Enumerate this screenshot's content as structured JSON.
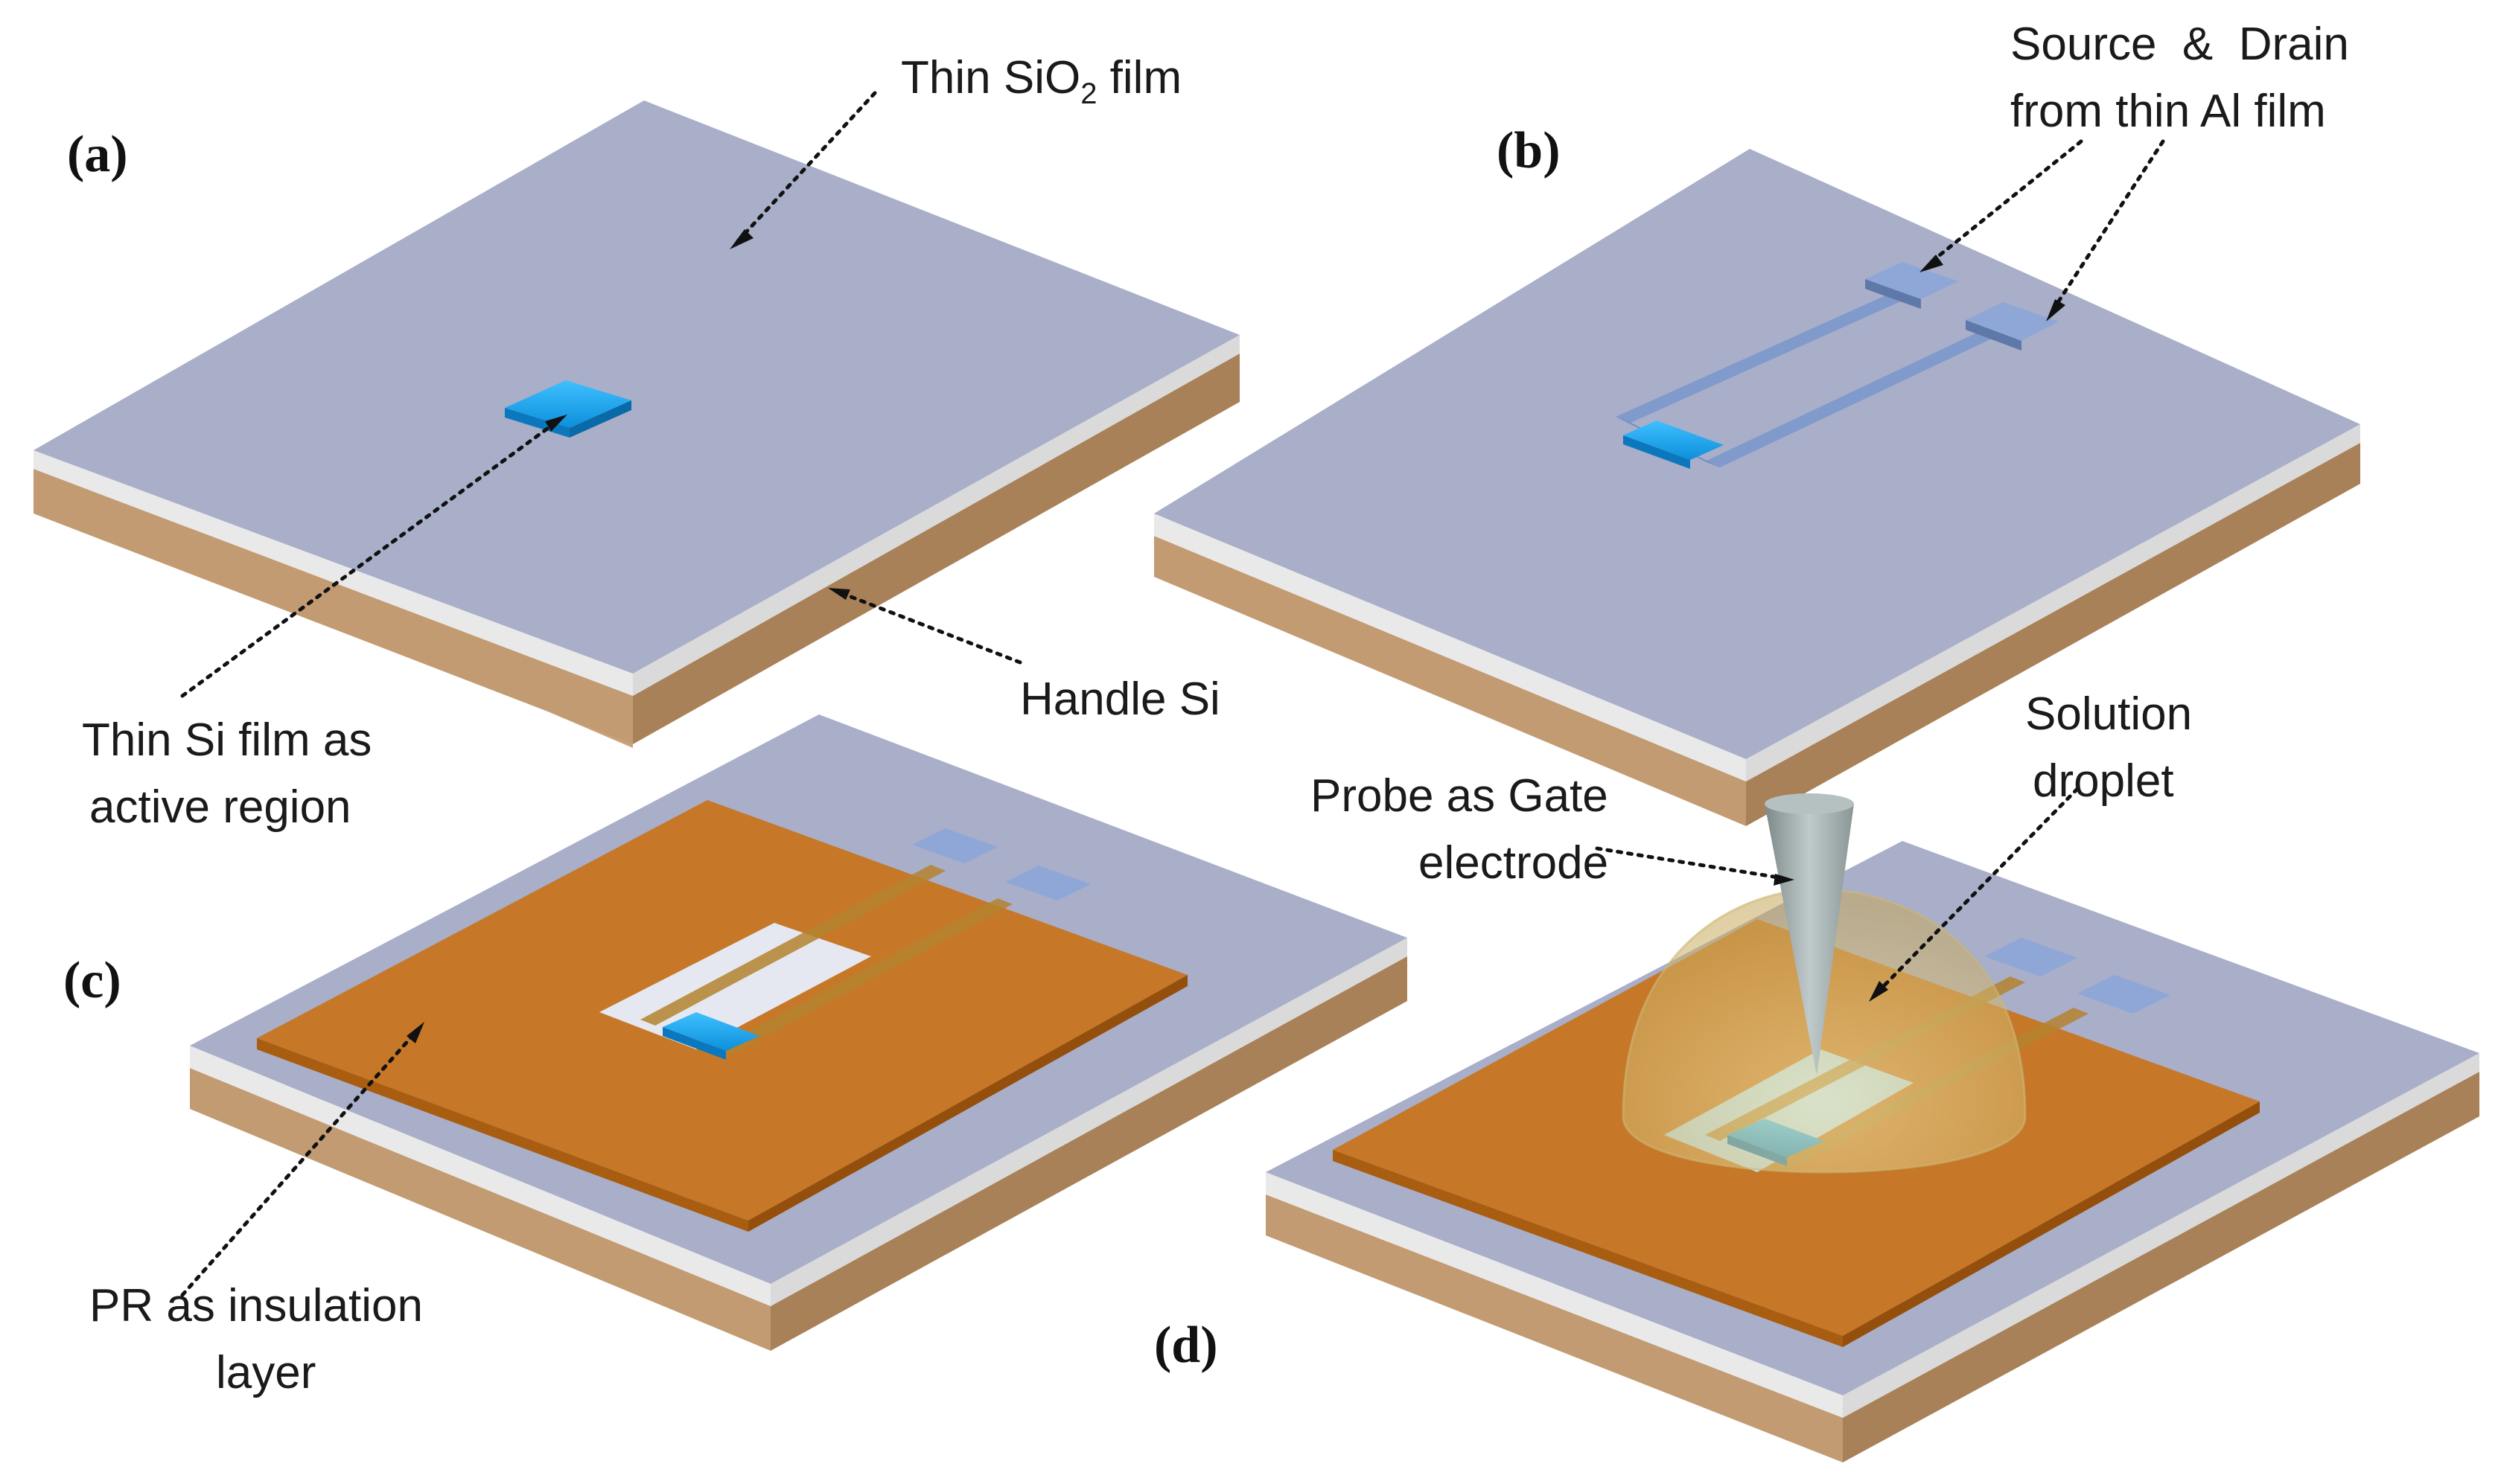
{
  "panels": {
    "a": "(a)",
    "b": "(b)",
    "c": "(c)",
    "d": "(d)"
  },
  "labels": {
    "sio2_prefix": "Thin SiO",
    "sio2_sub": "2",
    "sio2_suffix": " film",
    "source_drain_line1": "Source  &  Drain",
    "source_drain_line2": "from thin Al film",
    "si_film_line1": "Thin Si film as",
    "si_film_line2": "active region",
    "handle_si": "Handle Si",
    "probe_line1": "Probe as Gate",
    "probe_line2": "electrode",
    "solution_line1": "Solution",
    "solution_line2": "droplet",
    "pr_line1": "PR as insulation",
    "pr_line2": "layer"
  },
  "colors": {
    "sio2_top": "#a9aec9",
    "oxide_layer": "#e6e6e6",
    "handle_si": "#c9a27a",
    "si_active": "#1fa8ee",
    "al_contact": "#7f9acb",
    "photoresist": "#c9731a",
    "droplet": "#e8d79a",
    "probe": "#9aa6a6"
  }
}
